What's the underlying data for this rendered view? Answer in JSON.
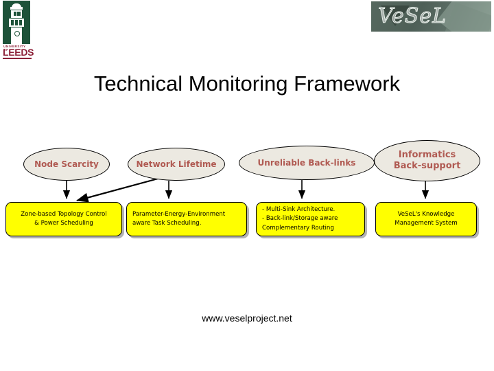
{
  "header": {
    "leeds_logo": {
      "university_line": "UNIVERSITY OF",
      "name": "LEEDS"
    },
    "vesel_logo": {
      "wordmark": "VeSeL"
    }
  },
  "title": "Technical Monitoring Framework",
  "diagram": {
    "challenges": [
      {
        "id": "node-scarcity",
        "label": "Node Scarcity"
      },
      {
        "id": "network-lifetime",
        "label": "Network Lifetime"
      },
      {
        "id": "unreliable-back-links",
        "label": "Unreliable Back-links"
      },
      {
        "id": "informatics-back-support",
        "label": "Informatics\nBack-support"
      }
    ],
    "solutions": [
      {
        "id": "zone-based-topology-control",
        "label": "Zone-based Topology Control\n& Power Scheduling",
        "align": "center"
      },
      {
        "id": "task-scheduling",
        "label": "Parameter-Energy-Environment\naware Task Scheduling.",
        "align": "left"
      },
      {
        "id": "multi-sink-routing",
        "label": "- Multi-Sink Architecture.\n- Back-link/Storage aware\nComplementary Routing",
        "align": "left"
      },
      {
        "id": "knowledge-management-system",
        "label": "VeSeL's Knowledge\nManagement System",
        "align": "center"
      }
    ]
  },
  "footer": {
    "url": "www.veselproject.net"
  },
  "colors": {
    "solution_fill": "#ffff00",
    "challenge_fill": "#ece9e1",
    "challenge_text": "#b05a52",
    "leeds_green": "#1d5239",
    "leeds_maroon": "#8c2038",
    "vesel_panel": "#56685f"
  }
}
